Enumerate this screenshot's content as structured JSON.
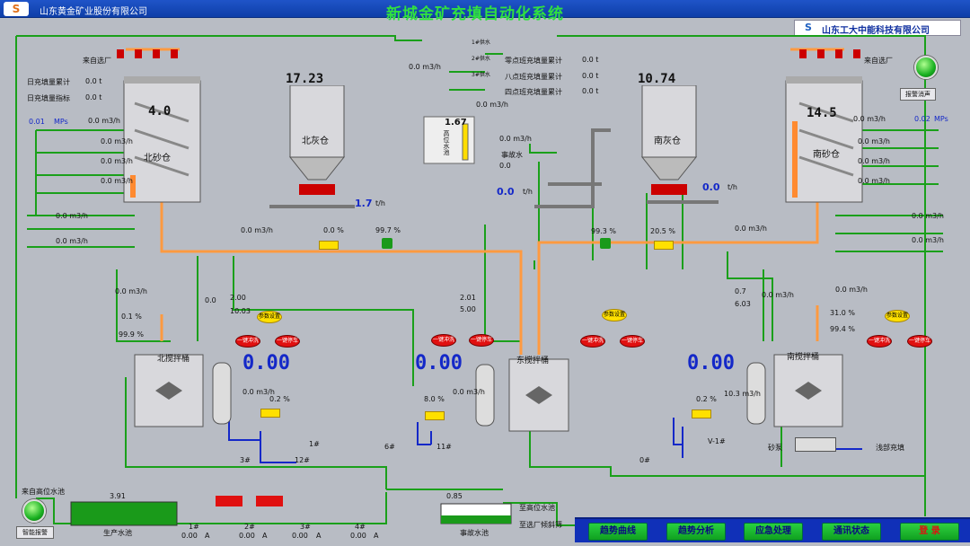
{
  "header": {
    "logo": "S",
    "company": "山东黄金矿业股份有限公司",
    "title": "新城金矿充填自动化系统"
  },
  "vendor": {
    "logo": "S",
    "name": "山东工大中能科技有限公司"
  },
  "north_sand": {
    "source": "来自选厂",
    "daily_fill_total_label": "日充填量累计",
    "daily_fill_total": "0.0  t",
    "daily_fill_target_label": "日充填量指标",
    "daily_fill_target": "0.0  t",
    "level": "4.0",
    "name": "北砂仓",
    "pressure": "0.01",
    "pressure_unit": "MPs",
    "flows": [
      "0.0 m3/h",
      "0.0 m3/h",
      "0.0 m3/h",
      "0.0 m3/h",
      "0.0 m3/h",
      "0.0 m3/h"
    ]
  },
  "north_ash": {
    "level": "17.23",
    "name": "北灰仓",
    "rate": "1.7",
    "rate_unit": "t/h"
  },
  "water_tower": {
    "level": "1.67",
    "name": "高位水池",
    "small": [
      "1#供水",
      "2#供水",
      "3#供水"
    ],
    "flow_a": "0.0 m3/h",
    "flow_b": "0.0 m3/h",
    "flow_c": "0.0 m3/h",
    "event_water": "事故水",
    "event_flow": "0.0 m3/h",
    "event_val": "0.0"
  },
  "shifts": [
    {
      "label": "零点班充填量累计",
      "value": "0.0  t"
    },
    {
      "label": "八点班充填量累计",
      "value": "0.0  t"
    },
    {
      "label": "四点班充填量累计",
      "value": "0.0  t"
    }
  ],
  "south_ash": {
    "level": "10.74",
    "name": "南灰仓",
    "rate": "0.0",
    "rate_unit": "t/h",
    "rate_left": "0.0"
  },
  "south_sand": {
    "source": "来自选厂",
    "level": "14.5",
    "name": "南砂仓",
    "pressure": "0.02",
    "pressure_unit": "MPs",
    "flows": [
      "0.0 m3/h",
      "0.0 m3/h",
      "0.0 m3/h",
      "0.0 m3/h",
      "0.0 m3/h",
      "0.0 m3/h"
    ]
  },
  "alarm_reset": "报警消声",
  "flow_line": {
    "n1": "0.0 m3/h",
    "n2": "0.0 %",
    "n3": "99.7 %",
    "s1": "99.3 %",
    "s2": "20.5 %",
    "s3": "0.0 m3/h"
  },
  "north_mixer": {
    "name": "北搅拌桶",
    "level": "0.00",
    "flow": "0.0 m3/h",
    "pct1": "0.1 %",
    "pct2": "99.9 %",
    "v1": "0.0",
    "v2": "2.00",
    "v3": "10.03",
    "flow2": "0.0 m3/h",
    "pct3": "0.2 %",
    "line1": "1#",
    "line3": "3#",
    "line12": "12#",
    "param": "参数设置",
    "start": "一键冲洗",
    "stop": "一键停车"
  },
  "east_mixer": {
    "name": "东搅拌桶",
    "level": "0.00",
    "v1": "2.01",
    "v2": "5.00",
    "pct": "8.0 %",
    "flow": "0.0 m3/h",
    "line6": "6#",
    "line11": "11#",
    "param": "参数设置",
    "start": "一键冲洗",
    "stop": "一键停车",
    "mstart": "一键冲洗",
    "mstop": "一键停车"
  },
  "south_mixer": {
    "name": "南搅拌桶",
    "level": "0.00",
    "v1": "0.7",
    "v2": "6.03",
    "flow": "0.0 m3/h",
    "flow2": "0.0 m3/h",
    "pct1": "31.0 %",
    "pct2": "99.4 %",
    "pct3": "0.2 %",
    "flow3": "10.3 m3/h",
    "line_v1": "V-1#",
    "line0": "0#",
    "pump": "砂泵",
    "shallow": "浅部充填",
    "param": "参数设置",
    "start": "一键冲洗",
    "stop": "一键停车"
  },
  "bottom": {
    "high_pool": "来自高位水池",
    "pool_level": "3.91",
    "prod_pool": "生产水池",
    "smart_alarm": "智能报警",
    "pumps": [
      {
        "name": "1#",
        "amp": "0.00"
      },
      {
        "name": "2#",
        "amp": "0.00"
      },
      {
        "name": "3#",
        "amp": "0.00"
      },
      {
        "name": "4#",
        "amp": "0.00"
      }
    ],
    "amp_unit": "A",
    "event_pool": "事故水池",
    "event_level": "0.85",
    "to_high": "至高位水池",
    "to_plant": "至选厂倾斜筛"
  },
  "nav": [
    "趋势曲线",
    "趋势分析",
    "应急处理",
    "通讯状态",
    "登  录"
  ]
}
